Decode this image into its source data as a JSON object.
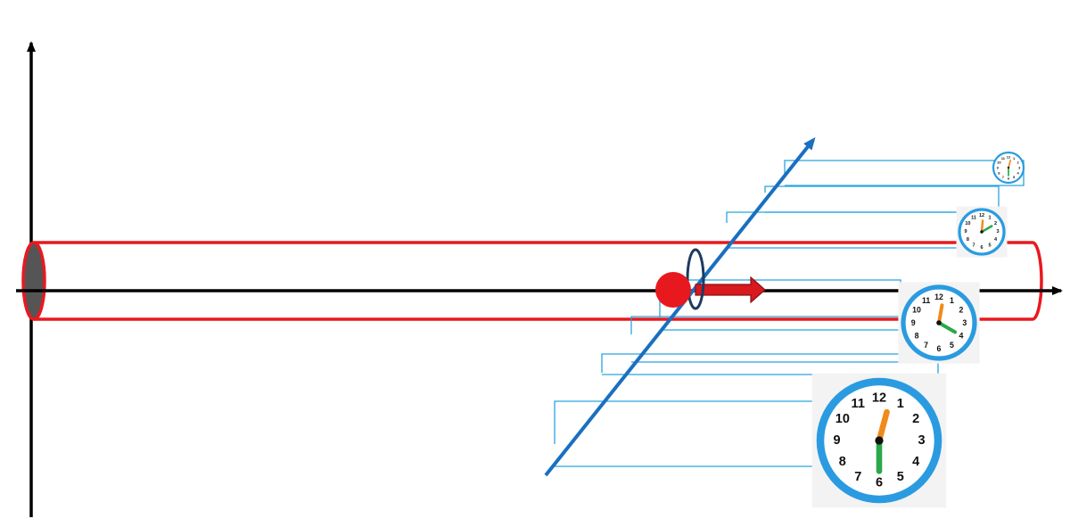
{
  "colors": {
    "background": "#ffffff",
    "axis": "#000000",
    "tube": "#e8191e",
    "particle": "#e8191e",
    "velocity_arrow": "#d8191e",
    "diagonal_axis": "#1a6fbf",
    "ring": "#1e3a5f",
    "leader_lines": "#29a3e0",
    "clock_rim": "#2a9be0",
    "clock_face": "#ffffff",
    "hour_hand": "#f08a1c",
    "minute_hand": "#2aa84a",
    "clock_numbers": "#111111",
    "tube_end_cap": "#555555"
  },
  "icons": {
    "clock": "analog-clock-icon",
    "particle": "red-sphere",
    "velocity": "right-arrow-icon"
  },
  "clock_numbers": [
    "12",
    "1",
    "2",
    "3",
    "4",
    "5",
    "6",
    "7",
    "8",
    "9",
    "10",
    "11"
  ],
  "clocks": [
    {
      "id": "tiny",
      "hour": 12,
      "minute": 30
    },
    {
      "id": "small",
      "hour": 12,
      "minute": 10
    },
    {
      "id": "medium",
      "hour": 12,
      "minute": 20
    },
    {
      "id": "large",
      "hour": 12,
      "minute": 30
    }
  ]
}
